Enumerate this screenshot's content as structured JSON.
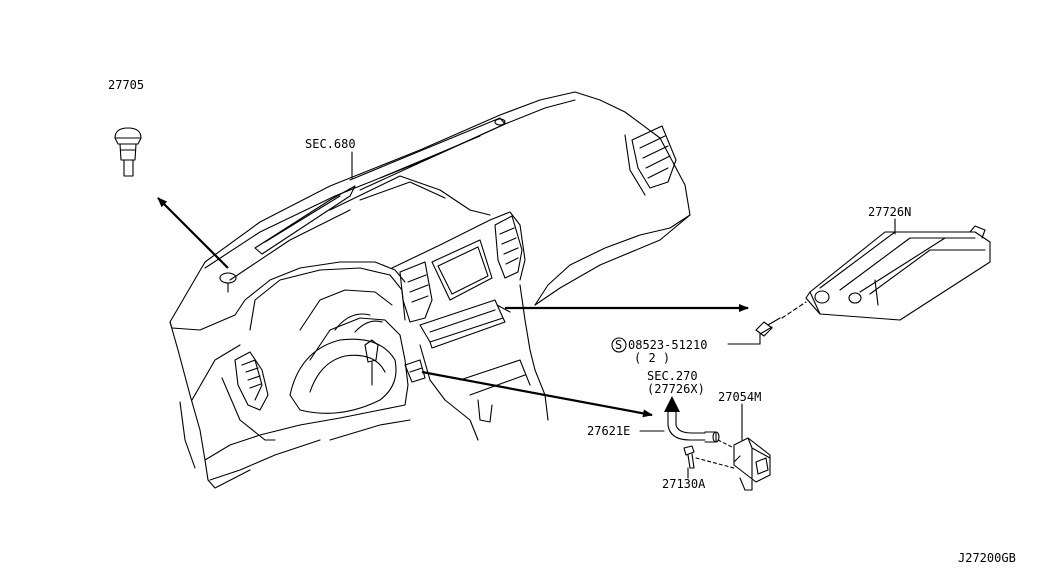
{
  "diagram_code": "J27200GB",
  "labels": {
    "p27705": "27705",
    "sec680": "SEC.680",
    "p27726N": "27726N",
    "screw_part": "08523-51210",
    "screw_qty": "( 2 )",
    "screw_symbol": "S",
    "sec270": "SEC.270",
    "sec270_ref": "(27726X)",
    "p27054M": "27054M",
    "p27621E": "27621E",
    "p27130A": "27130A"
  }
}
